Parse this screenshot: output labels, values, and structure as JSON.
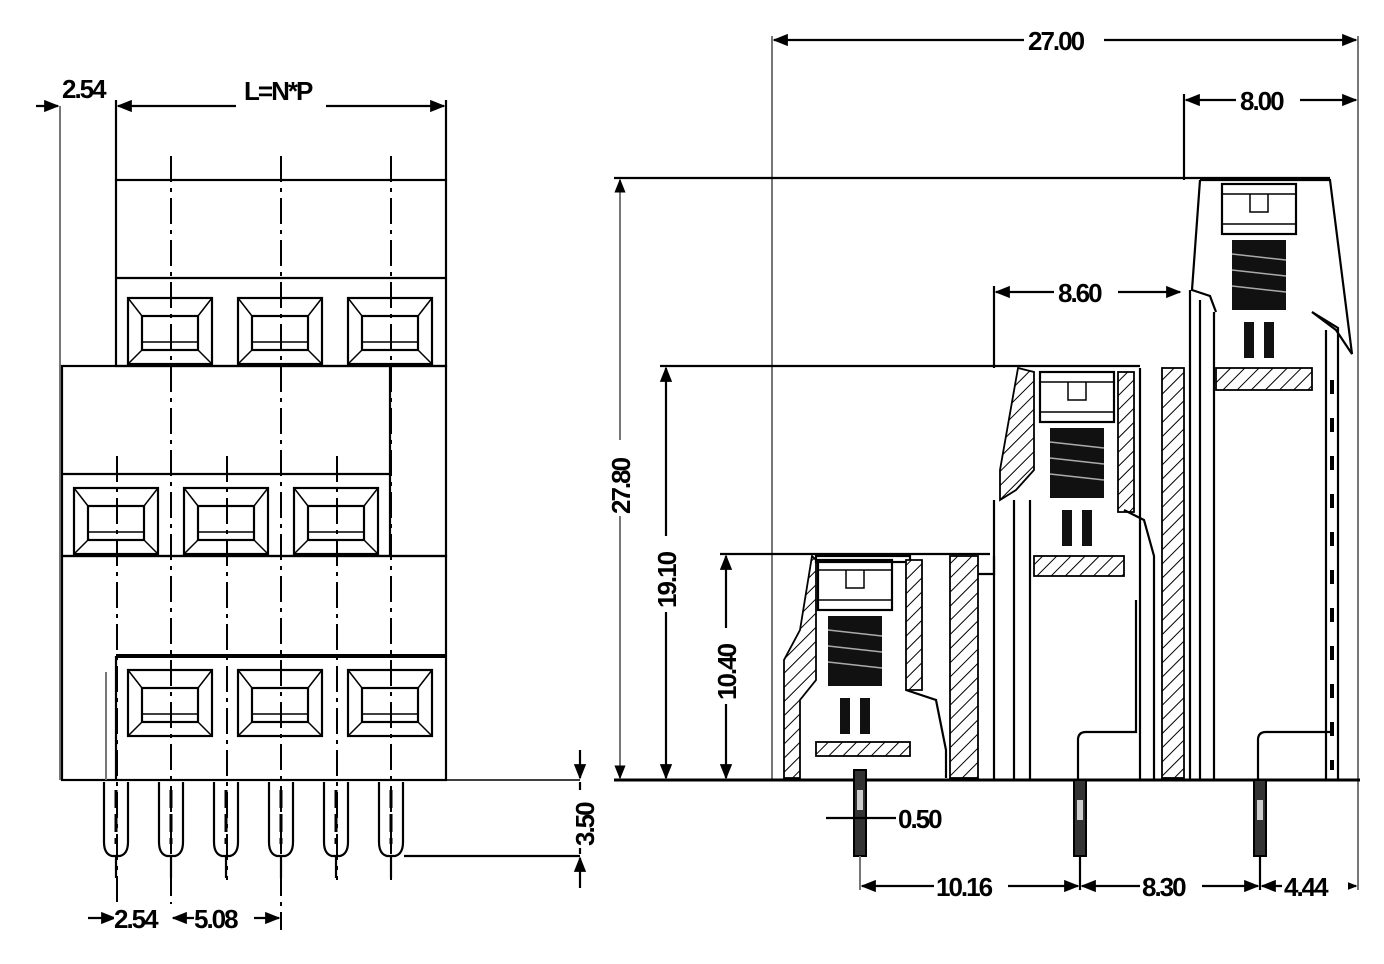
{
  "drawing": {
    "front_view": {
      "dimensions": {
        "offset_top": "2.54",
        "length": "L=N*P",
        "pin_offset": "2.54",
        "pin_pitch": "5.08",
        "pin_length": "3.50"
      },
      "rows": 3,
      "positions_per_row": 3,
      "pins": 6
    },
    "side_view": {
      "dimensions": {
        "overall_width": "27.00",
        "top_tier_depth": "8.00",
        "middle_tier_depth": "8.60",
        "overall_height": "27.80",
        "middle_tier_height": "19.10",
        "bottom_tier_height": "10.40",
        "pin_thickness": "0.50",
        "pin_spacing_1": "10.16",
        "pin_spacing_2": "8.30",
        "pin_edge_offset": "4.44"
      },
      "tiers": 3
    }
  }
}
